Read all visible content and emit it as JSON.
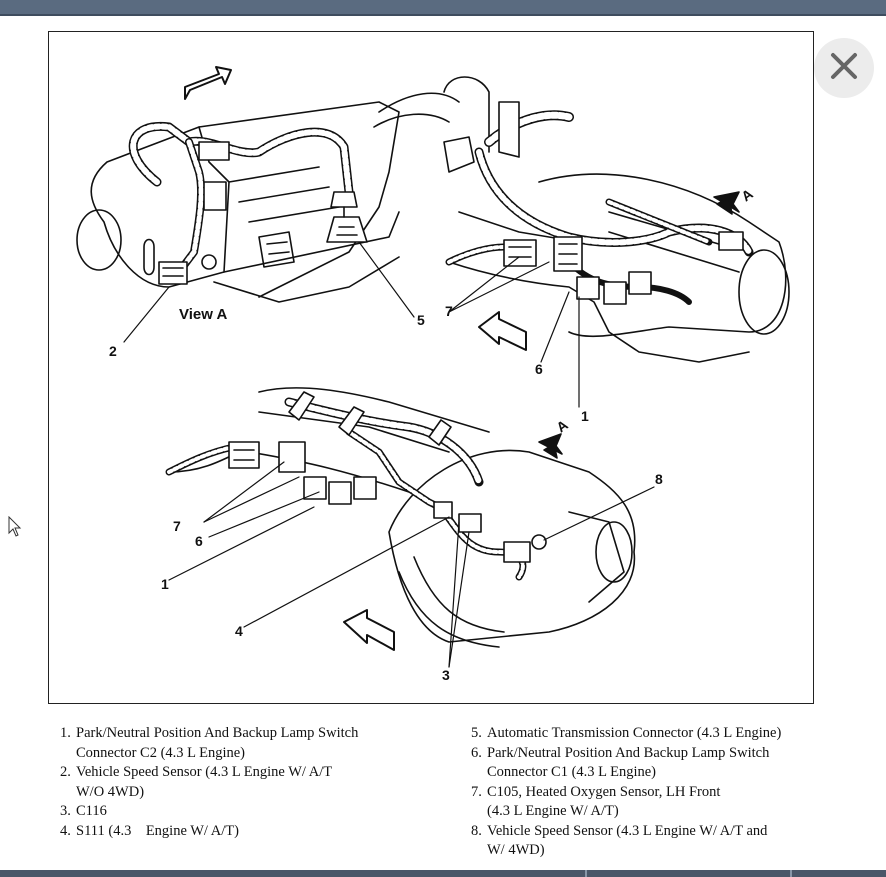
{
  "window": {
    "close_icon": "close-icon"
  },
  "diagram": {
    "view_label": "View A",
    "view_letter_1": "A",
    "view_letter_2": "A",
    "callouts": {
      "top_left_2": "2",
      "top_left_5": "5",
      "top_right_7": "7",
      "top_right_6": "6",
      "top_right_1": "1",
      "bottom_7": "7",
      "bottom_6": "6",
      "bottom_1": "1",
      "bottom_4": "4",
      "bottom_3": "3",
      "bottom_8": "8"
    }
  },
  "legend": {
    "left": [
      {
        "num": "1.",
        "lines": [
          "Park/Neutral Position And Backup Lamp Switch",
          "Connector C2 (4.3 L Engine)"
        ]
      },
      {
        "num": "2.",
        "lines": [
          "Vehicle Speed Sensor (4.3 L Engine W/ A/T",
          "W/O 4WD)"
        ]
      },
      {
        "num": "3.",
        "lines": [
          "C116"
        ]
      },
      {
        "num": "4.",
        "lines": [
          "S111 (4.3    Engine W/ A/T)"
        ]
      }
    ],
    "right": [
      {
        "num": "5.",
        "lines": [
          "Automatic Transmission Connector (4.3 L Engine)"
        ]
      },
      {
        "num": "6.",
        "lines": [
          "Park/Neutral Position And Backup Lamp Switch",
          "Connector C1 (4.3 L Engine)"
        ]
      },
      {
        "num": "7.",
        "lines": [
          "C105, Heated Oxygen Sensor, LH Front",
          "(4.3 L Engine W/ A/T)"
        ]
      },
      {
        "num": "8.",
        "lines": [
          "Vehicle Speed Sensor (4.3 L Engine W/ A/T and",
          "W/ 4WD)"
        ]
      }
    ]
  }
}
